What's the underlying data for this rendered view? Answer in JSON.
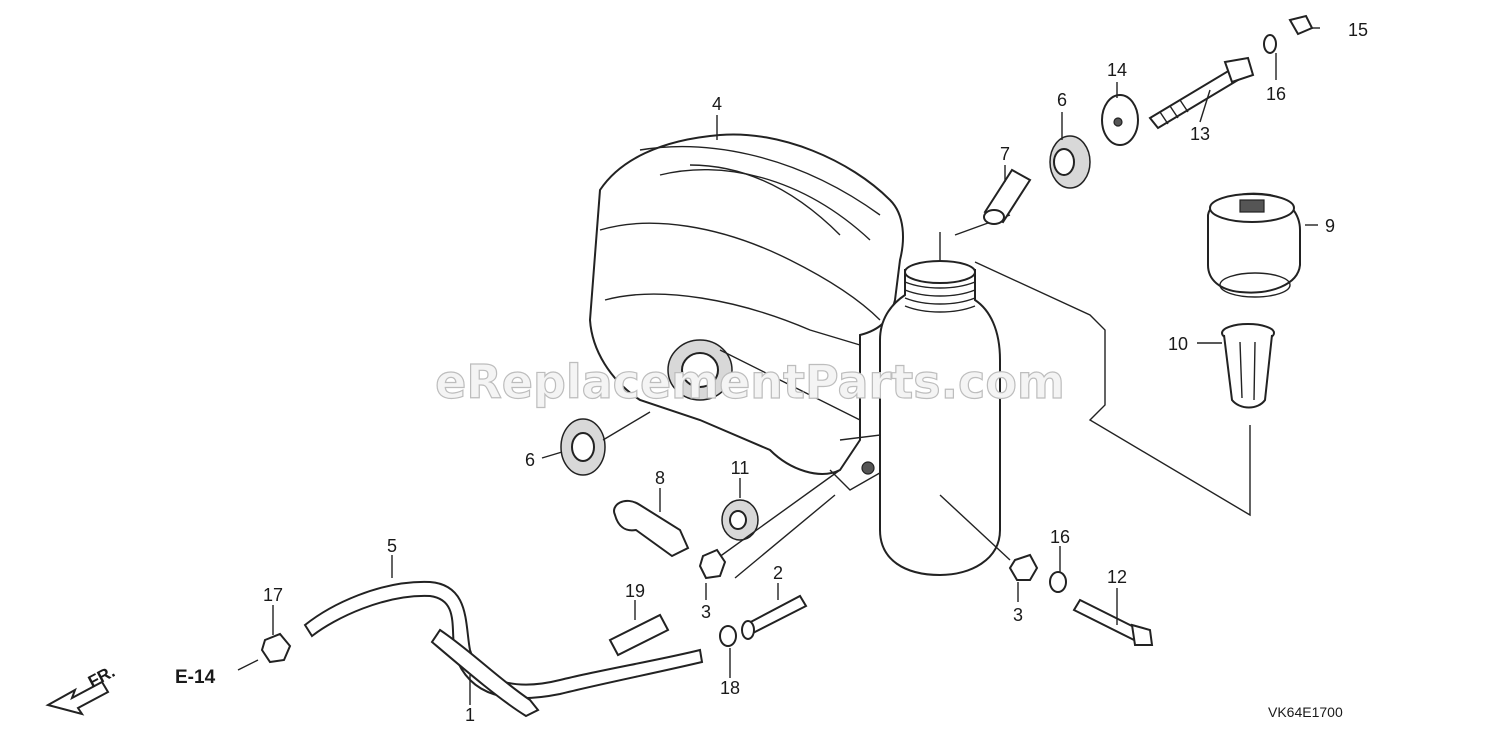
{
  "diagram": {
    "watermark": "eReplacementParts.com",
    "diagram_code": "VK64E1700",
    "direction_label": "FR.",
    "reference_label": "E-14",
    "labels": [
      {
        "id": "4",
        "text": "4"
      },
      {
        "id": "6a",
        "text": "6"
      },
      {
        "id": "14",
        "text": "14"
      },
      {
        "id": "15",
        "text": "15"
      },
      {
        "id": "16a",
        "text": "16"
      },
      {
        "id": "13",
        "text": "13"
      },
      {
        "id": "7",
        "text": "7"
      },
      {
        "id": "9",
        "text": "9"
      },
      {
        "id": "10",
        "text": "10"
      },
      {
        "id": "6b",
        "text": "6"
      },
      {
        "id": "8",
        "text": "8"
      },
      {
        "id": "11",
        "text": "11"
      },
      {
        "id": "5",
        "text": "5"
      },
      {
        "id": "2",
        "text": "2"
      },
      {
        "id": "19",
        "text": "19"
      },
      {
        "id": "17",
        "text": "17"
      },
      {
        "id": "3a",
        "text": "3"
      },
      {
        "id": "16b",
        "text": "16"
      },
      {
        "id": "12",
        "text": "12"
      },
      {
        "id": "3b",
        "text": "3"
      },
      {
        "id": "18",
        "text": "18"
      },
      {
        "id": "1",
        "text": "1"
      }
    ]
  }
}
